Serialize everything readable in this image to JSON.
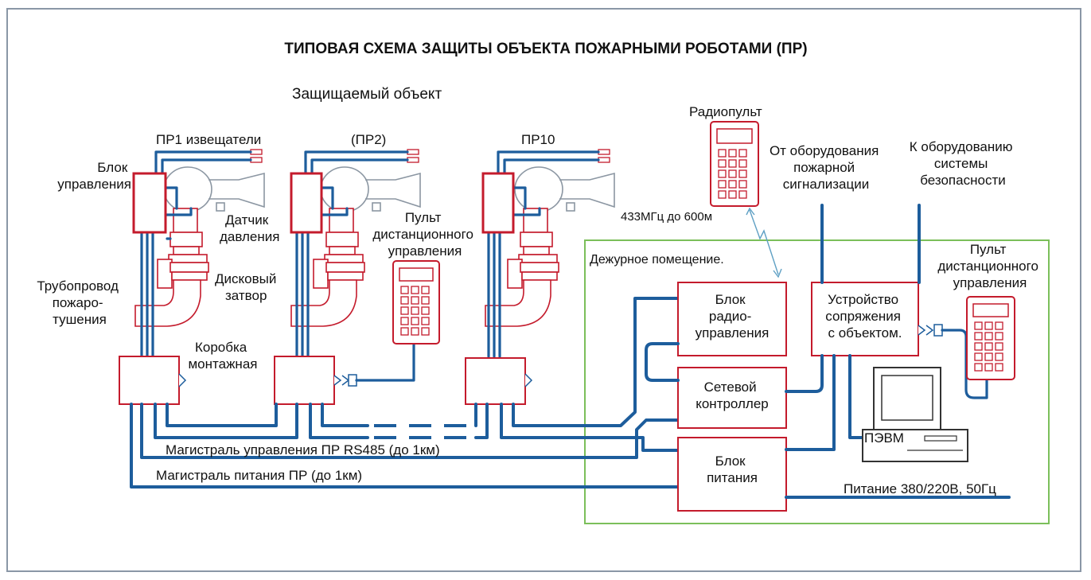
{
  "title": "ТИПОВАЯ СХЕМА ЗАЩИТЫ ОБЪЕКТА ПОЖАРНЫМИ РОБОТАМИ (ПР)",
  "protected_object": "Защищаемый объект",
  "robots": {
    "pr1_sensors": "ПР1 извещатели",
    "pr2": "(ПР2)",
    "pr10": "ПР10"
  },
  "labels": {
    "control_block": [
      "Блок",
      "управления"
    ],
    "pressure_sensor": [
      "Датчик",
      "давления"
    ],
    "disk_valve": [
      "Дисковый",
      "затвор"
    ],
    "pipeline": [
      "Трубопровод",
      "пожаро-",
      "тушения"
    ],
    "junction_box": [
      "Коробка",
      "монтажная"
    ],
    "remote_panel_left": [
      "Пульт",
      "дистанционного",
      "управления"
    ],
    "radio_panel": "Радиопульт",
    "from_fire_alarm": [
      "От оборудования",
      "пожарной",
      "сигнализации"
    ],
    "to_security": [
      "К оборудованию",
      "системы",
      "безопасности"
    ],
    "radio_freq": "433МГц до 600м",
    "duty_room": "Дежурное помещение.",
    "radio_control_block": [
      "Блок",
      "радио-",
      "управления"
    ],
    "interface_device": [
      "Устройство",
      "сопряжения",
      "с объектом."
    ],
    "remote_panel_right": [
      "Пульт",
      "дистанционного",
      "управления"
    ],
    "network_controller": [
      "Сетевой",
      "контроллер"
    ],
    "power_block": [
      "Блок",
      "питания"
    ],
    "pc": "ПЭВМ",
    "control_bus": "Магистраль управления ПР RS485 (до 1км)",
    "power_bus": "Магистраль питания ПР (до 1км)",
    "power_supply": "Питание 380/220В, 50Гц"
  },
  "colors": {
    "wire": "#1d5d9c",
    "box": "#c41b2c",
    "duty_room_border": "#7bbf5a",
    "frame": "#8a97a6",
    "nozzle_outline": "#8b96a2"
  }
}
